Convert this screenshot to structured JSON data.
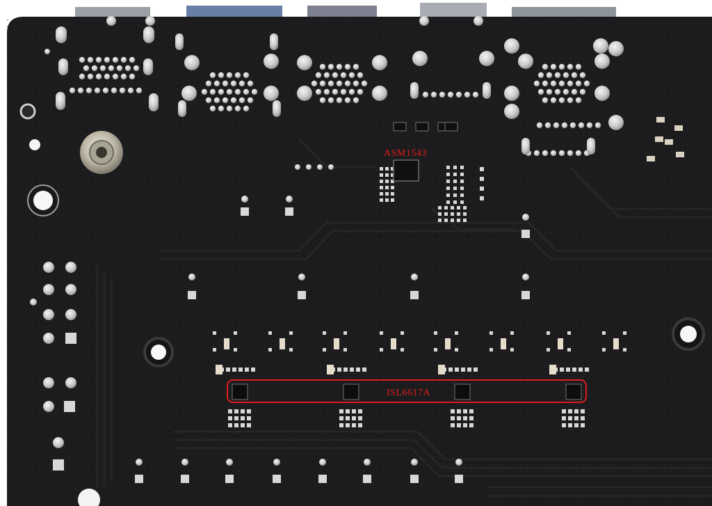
{
  "photo": {
    "subject": "motherboard-rear-pcb",
    "board_color": "#1c1c1e",
    "solder_color": "#cfcfcf",
    "annotation_color": "#e11c1c"
  },
  "annotations": [
    {
      "id": "asm1543",
      "label": "ASM1543"
    },
    {
      "id": "isl6617a",
      "label": "ISL6617A"
    }
  ]
}
